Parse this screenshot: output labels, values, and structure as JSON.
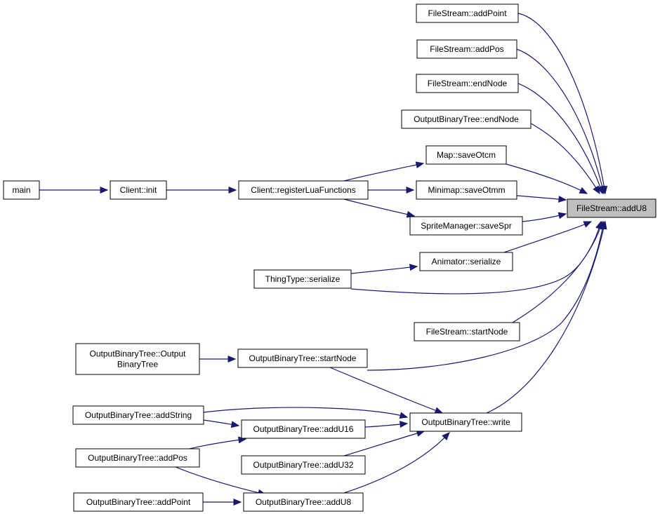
{
  "graph": {
    "title": "",
    "edge_color": "#191970",
    "focus_fill": "#bfbfbf",
    "nodes": [
      {
        "id": "addU8",
        "label": [
          "FileStream::addU8"
        ],
        "focus": true
      },
      {
        "id": "fsAddPoint",
        "label": [
          "FileStream::addPoint"
        ]
      },
      {
        "id": "fsAddPos",
        "label": [
          "FileStream::addPos"
        ]
      },
      {
        "id": "fsEndNode",
        "label": [
          "FileStream::endNode"
        ]
      },
      {
        "id": "obtEndNode",
        "label": [
          "OutputBinaryTree::endNode"
        ]
      },
      {
        "id": "mapSaveOtcm",
        "label": [
          "Map::saveOtcm"
        ]
      },
      {
        "id": "minimapSaveOtmm",
        "label": [
          "Minimap::saveOtmm"
        ]
      },
      {
        "id": "spriteSaveSpr",
        "label": [
          "SpriteManager::saveSpr"
        ]
      },
      {
        "id": "animatorSerialize",
        "label": [
          "Animator::serialize"
        ]
      },
      {
        "id": "thingSerialize",
        "label": [
          "ThingType::serialize"
        ]
      },
      {
        "id": "fsStartNode",
        "label": [
          "FileStream::startNode"
        ]
      },
      {
        "id": "clientRegister",
        "label": [
          "Client::registerLuaFunctions"
        ]
      },
      {
        "id": "clientInit",
        "label": [
          "Client::init"
        ]
      },
      {
        "id": "main",
        "label": [
          "main"
        ]
      },
      {
        "id": "obtCtor",
        "label": [
          "OutputBinaryTree::Output",
          "BinaryTree"
        ]
      },
      {
        "id": "obtStartNode",
        "label": [
          "OutputBinaryTree::startNode"
        ]
      },
      {
        "id": "obtWrite",
        "label": [
          "OutputBinaryTree::write"
        ]
      },
      {
        "id": "obtAddString",
        "label": [
          "OutputBinaryTree::addString"
        ]
      },
      {
        "id": "obtAddU16",
        "label": [
          "OutputBinaryTree::addU16"
        ]
      },
      {
        "id": "obtAddPos",
        "label": [
          "OutputBinaryTree::addPos"
        ]
      },
      {
        "id": "obtAddU32",
        "label": [
          "OutputBinaryTree::addU32"
        ]
      },
      {
        "id": "obtAddPoint",
        "label": [
          "OutputBinaryTree::addPoint"
        ]
      },
      {
        "id": "obtAddU8",
        "label": [
          "OutputBinaryTree::addU8"
        ]
      }
    ],
    "edges": [
      {
        "from": "fsAddPoint",
        "to": "addU8"
      },
      {
        "from": "fsAddPos",
        "to": "addU8"
      },
      {
        "from": "fsEndNode",
        "to": "addU8"
      },
      {
        "from": "obtEndNode",
        "to": "addU8"
      },
      {
        "from": "mapSaveOtcm",
        "to": "addU8"
      },
      {
        "from": "minimapSaveOtmm",
        "to": "addU8"
      },
      {
        "from": "spriteSaveSpr",
        "to": "addU8"
      },
      {
        "from": "animatorSerialize",
        "to": "addU8"
      },
      {
        "from": "thingSerialize",
        "to": "addU8"
      },
      {
        "from": "fsStartNode",
        "to": "addU8"
      },
      {
        "from": "obtStartNode",
        "to": "addU8"
      },
      {
        "from": "obtWrite",
        "to": "addU8"
      },
      {
        "from": "clientRegister",
        "to": "mapSaveOtcm"
      },
      {
        "from": "clientRegister",
        "to": "minimapSaveOtmm"
      },
      {
        "from": "clientRegister",
        "to": "spriteSaveSpr"
      },
      {
        "from": "clientInit",
        "to": "clientRegister"
      },
      {
        "from": "main",
        "to": "clientInit"
      },
      {
        "from": "thingSerialize",
        "to": "animatorSerialize"
      },
      {
        "from": "obtCtor",
        "to": "obtStartNode"
      },
      {
        "from": "obtStartNode",
        "to": "obtWrite"
      },
      {
        "from": "obtAddString",
        "to": "obtWrite"
      },
      {
        "from": "obtAddString",
        "to": "obtAddU16"
      },
      {
        "from": "obtAddU16",
        "to": "obtWrite"
      },
      {
        "from": "obtAddPos",
        "to": "obtAddU16"
      },
      {
        "from": "obtAddPos",
        "to": "obtAddU8"
      },
      {
        "from": "obtAddU32",
        "to": "obtWrite"
      },
      {
        "from": "obtAddU8",
        "to": "obtWrite"
      },
      {
        "from": "obtAddPoint",
        "to": "obtAddU8"
      }
    ]
  }
}
